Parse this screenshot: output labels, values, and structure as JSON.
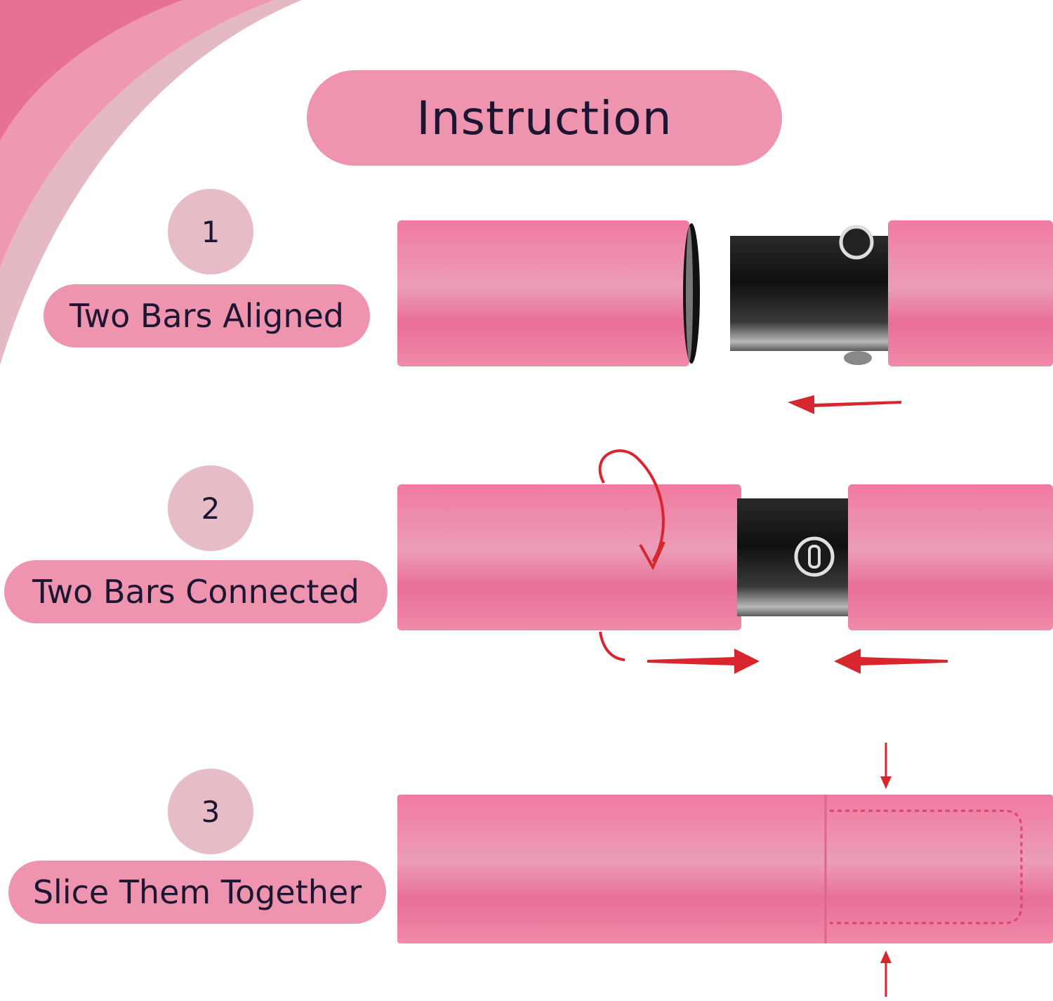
{
  "colors": {
    "pill_pink": "#ee94ae",
    "circle_pink": "#e6bcc6",
    "bar_pink": "#ea7f9f",
    "arrow_red": "#d8262f",
    "text_dark": "#1c1633"
  },
  "title": "Instruction",
  "steps": [
    {
      "number": "1",
      "label": "Two Bars Aligned"
    },
    {
      "number": "2",
      "label": "Two Bars Connected"
    },
    {
      "number": "3",
      "label": "Slice Them Together"
    }
  ]
}
